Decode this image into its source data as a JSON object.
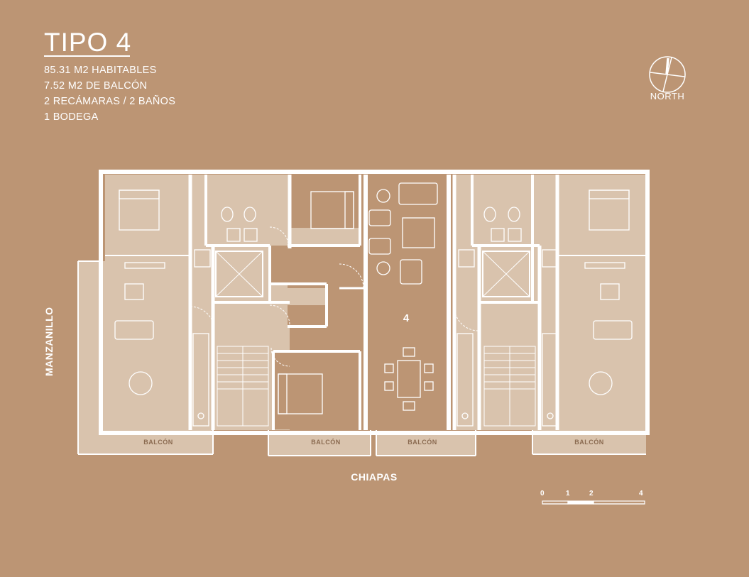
{
  "unit": {
    "title": "TIPO 4",
    "specs": [
      "85.31 M2 HABITABLES",
      "7.52 M2 DE BALCÓN",
      "2 RECÁMARAS / 2 BAÑOS",
      "1 BODEGA"
    ],
    "number": "4"
  },
  "compass": {
    "label": "NORTH",
    "icon": "north-arrow-icon"
  },
  "streets": {
    "bottom": "CHIAPAS",
    "left": "MANZANILLO"
  },
  "balconies": [
    "BALCÓN",
    "BALCÓN",
    "BALCÓN",
    "BALCÓN"
  ],
  "scale": {
    "ticks": [
      "0",
      "1",
      "2",
      "4"
    ]
  },
  "colors": {
    "background": "#bc9574",
    "highlight": "#d9c3ad",
    "lines": "#ffffff"
  }
}
